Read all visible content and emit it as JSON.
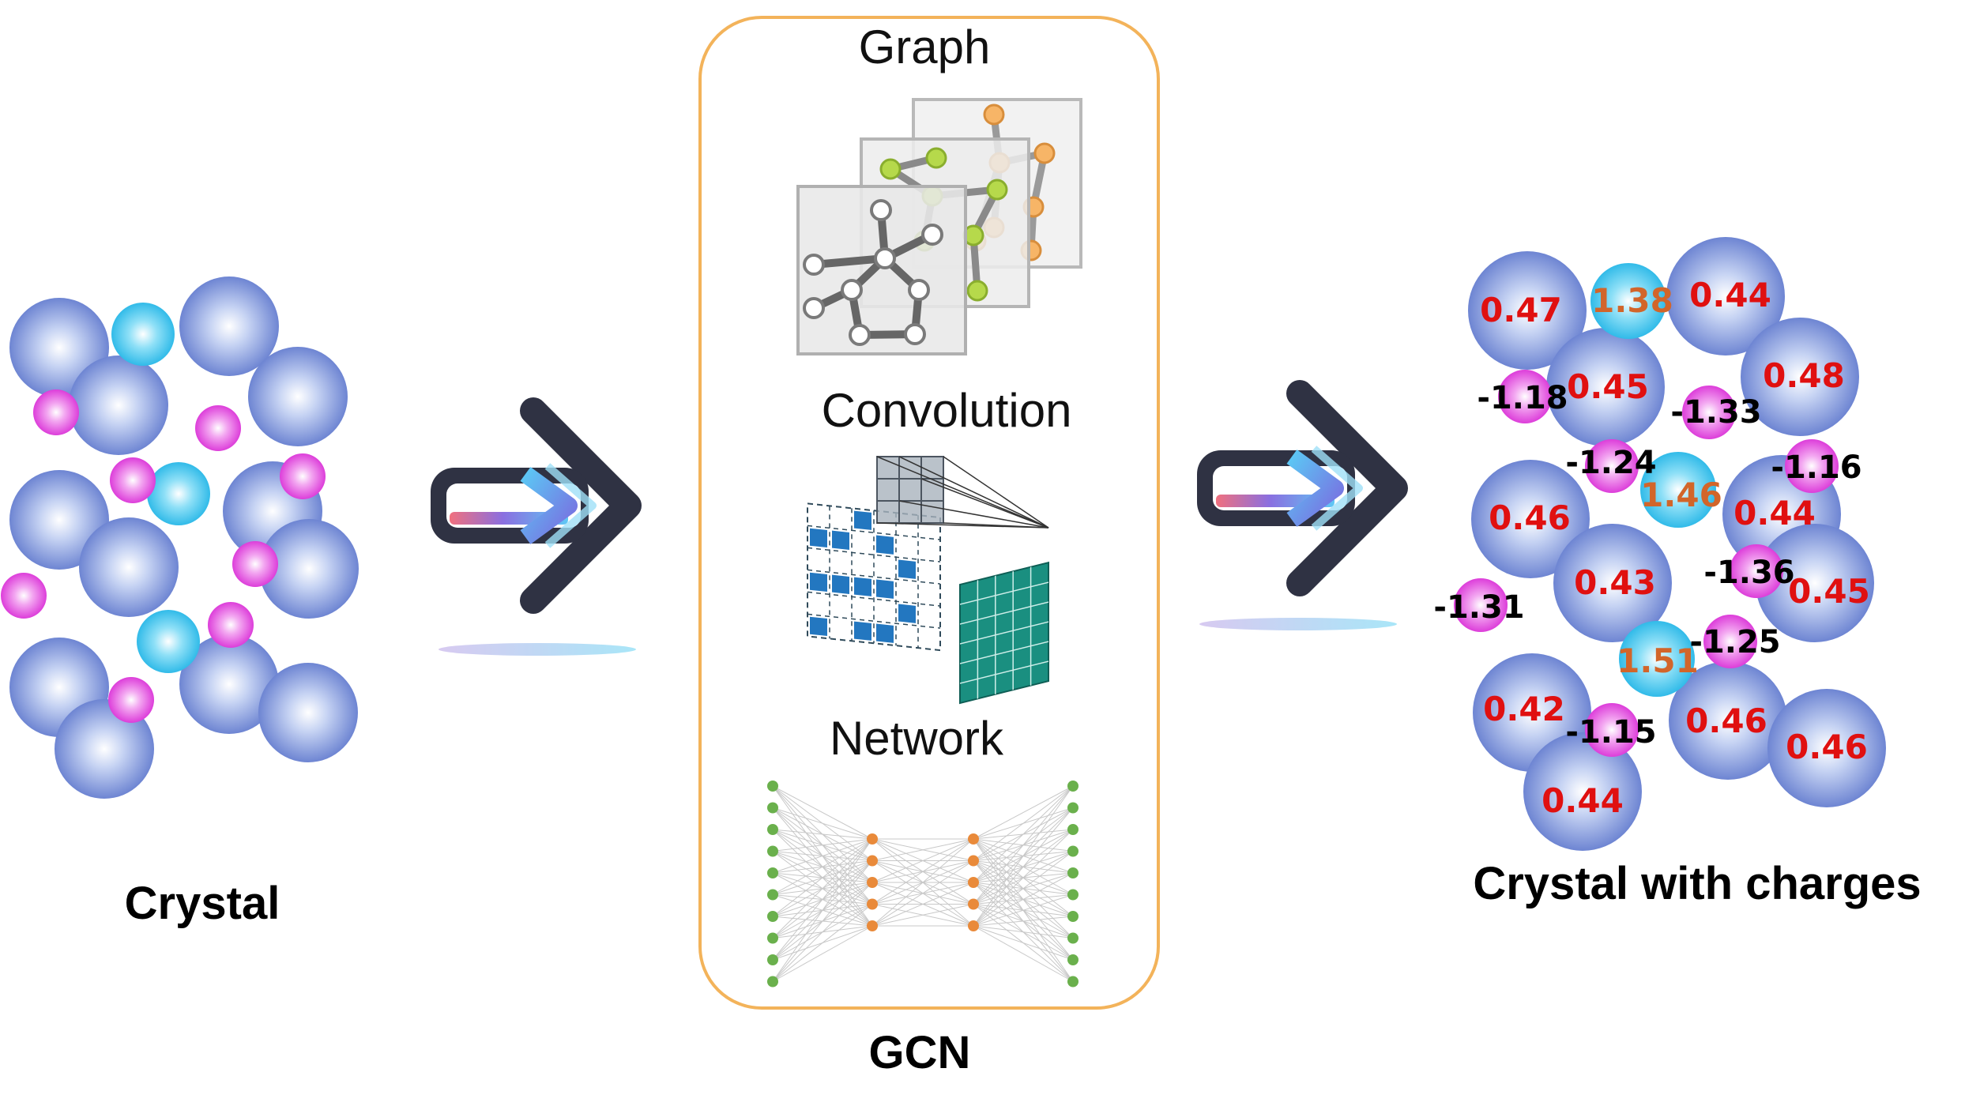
{
  "labels": {
    "crystal": "Crystal",
    "gcn": "GCN",
    "graph": "Graph",
    "convolution": "Convolution",
    "network": "Network",
    "crystal_with_charges": "Crystal with charges"
  },
  "colors": {
    "large_atom": "#6f86d6",
    "cyan_atom": "#35c3ec",
    "magenta_atom": "#e33fe0",
    "positive_charge_text": "#e01010",
    "cation_charge_text": "#d2652a",
    "negative_charge_text": "#000000",
    "gcn_box_border": "#f3b35a",
    "graph_green_node": "#b6d94b",
    "graph_orange_node": "#f7b567",
    "conv_blue": "#2377c0",
    "conv_teal": "#1a8f80",
    "network_green": "#6ab04c",
    "network_orange": "#e98a3a"
  },
  "charges": {
    "large": [
      "0.47",
      "0.44",
      "0.45",
      "0.48",
      "0.46",
      "0.44",
      "0.43",
      "0.45",
      "0.42",
      "0.46",
      "0.46",
      "0.44"
    ],
    "cyan": [
      "1.38",
      "1.46",
      "1.51"
    ],
    "magenta": [
      "-1.18",
      "-1.33",
      "-1.24",
      "-1.16",
      "-1.36",
      "-1.31",
      "-1.25",
      "-1.15"
    ]
  }
}
